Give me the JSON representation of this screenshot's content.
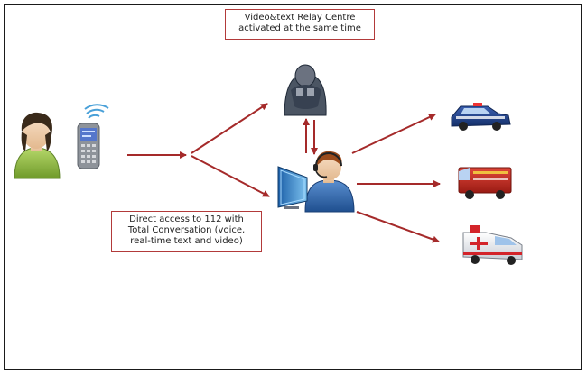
{
  "relay_label": {
    "line1": "Video&text Relay Centre",
    "line2": "activated at the same time"
  },
  "access_label": {
    "line1": "Direct access to 112 with",
    "line2": "Total Conversation (voice,",
    "line3": "real-time text and video)"
  },
  "colors": {
    "arrow": "#a52a2a",
    "label_border": "#b23a3a",
    "frame_border": "#1a1a1a"
  },
  "icons": {
    "caller": "person-icon",
    "phone": "mobile-phone-icon",
    "relay": "relay-interpreter-icon",
    "operator": "operator-headset-icon",
    "screen": "monitor-icon",
    "police": "police-car-icon",
    "fire": "fire-truck-icon",
    "ambulance": "ambulance-icon"
  }
}
